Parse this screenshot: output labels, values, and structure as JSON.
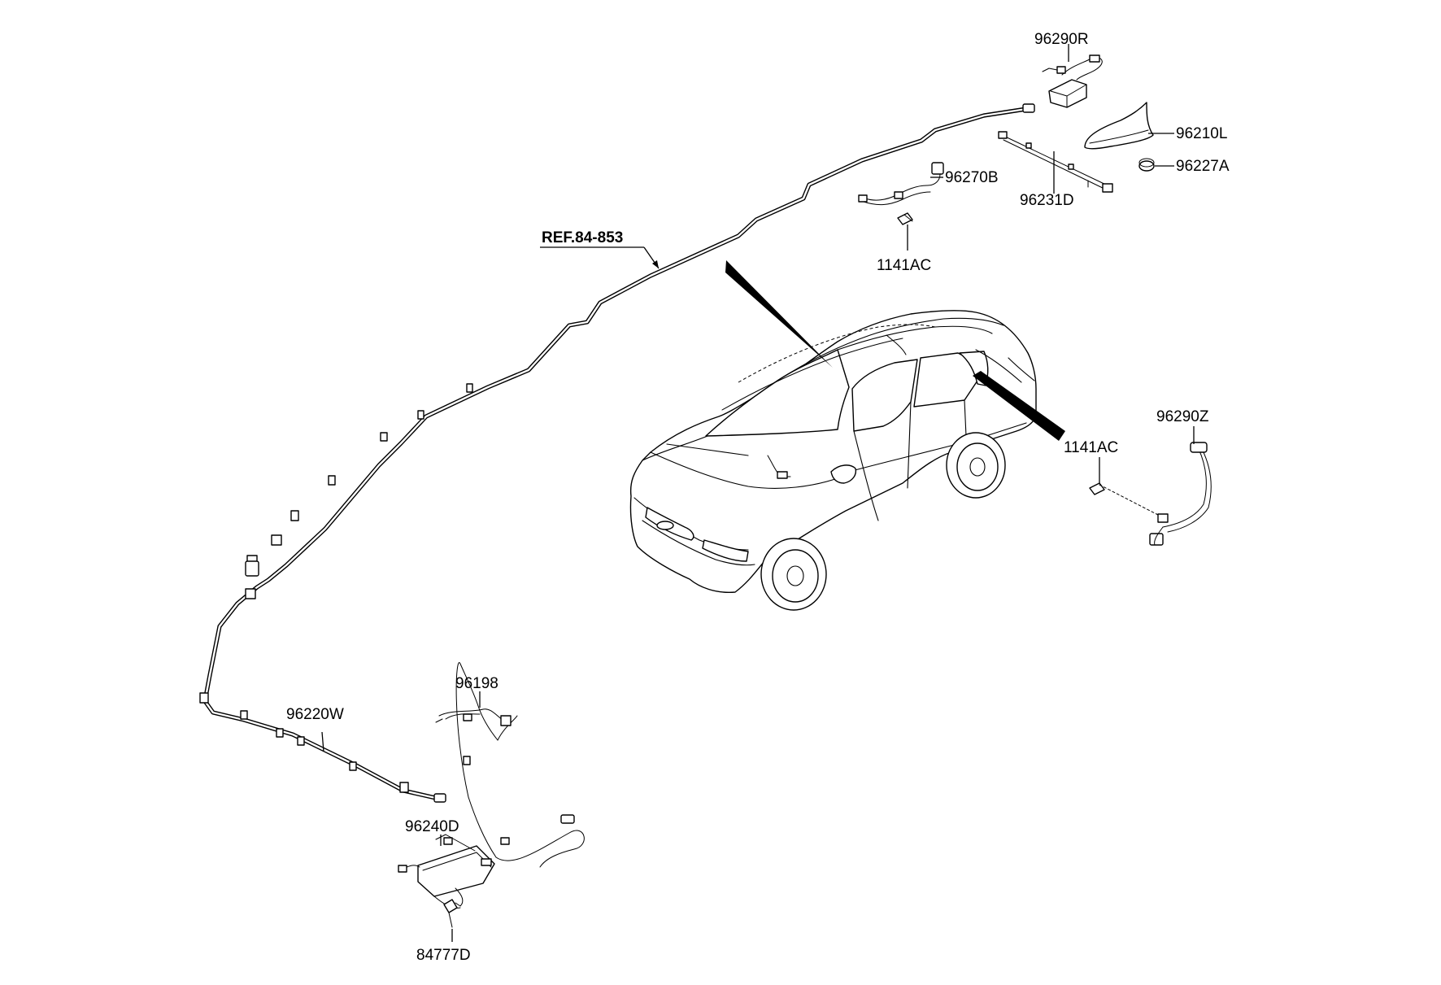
{
  "diagram": {
    "labels": {
      "p96290R": "96290R",
      "p96210L": "96210L",
      "p96227A": "96227A",
      "p96231D": "96231D",
      "p96270B": "96270B",
      "p1141AC_top": "1141AC",
      "ref": "REF.84-853",
      "p96290Z": "96290Z",
      "p1141AC_right": "1141AC",
      "p96198": "96198",
      "p96220W": "96220W",
      "p96240D": "96240D",
      "p84777D": "84777D"
    }
  }
}
